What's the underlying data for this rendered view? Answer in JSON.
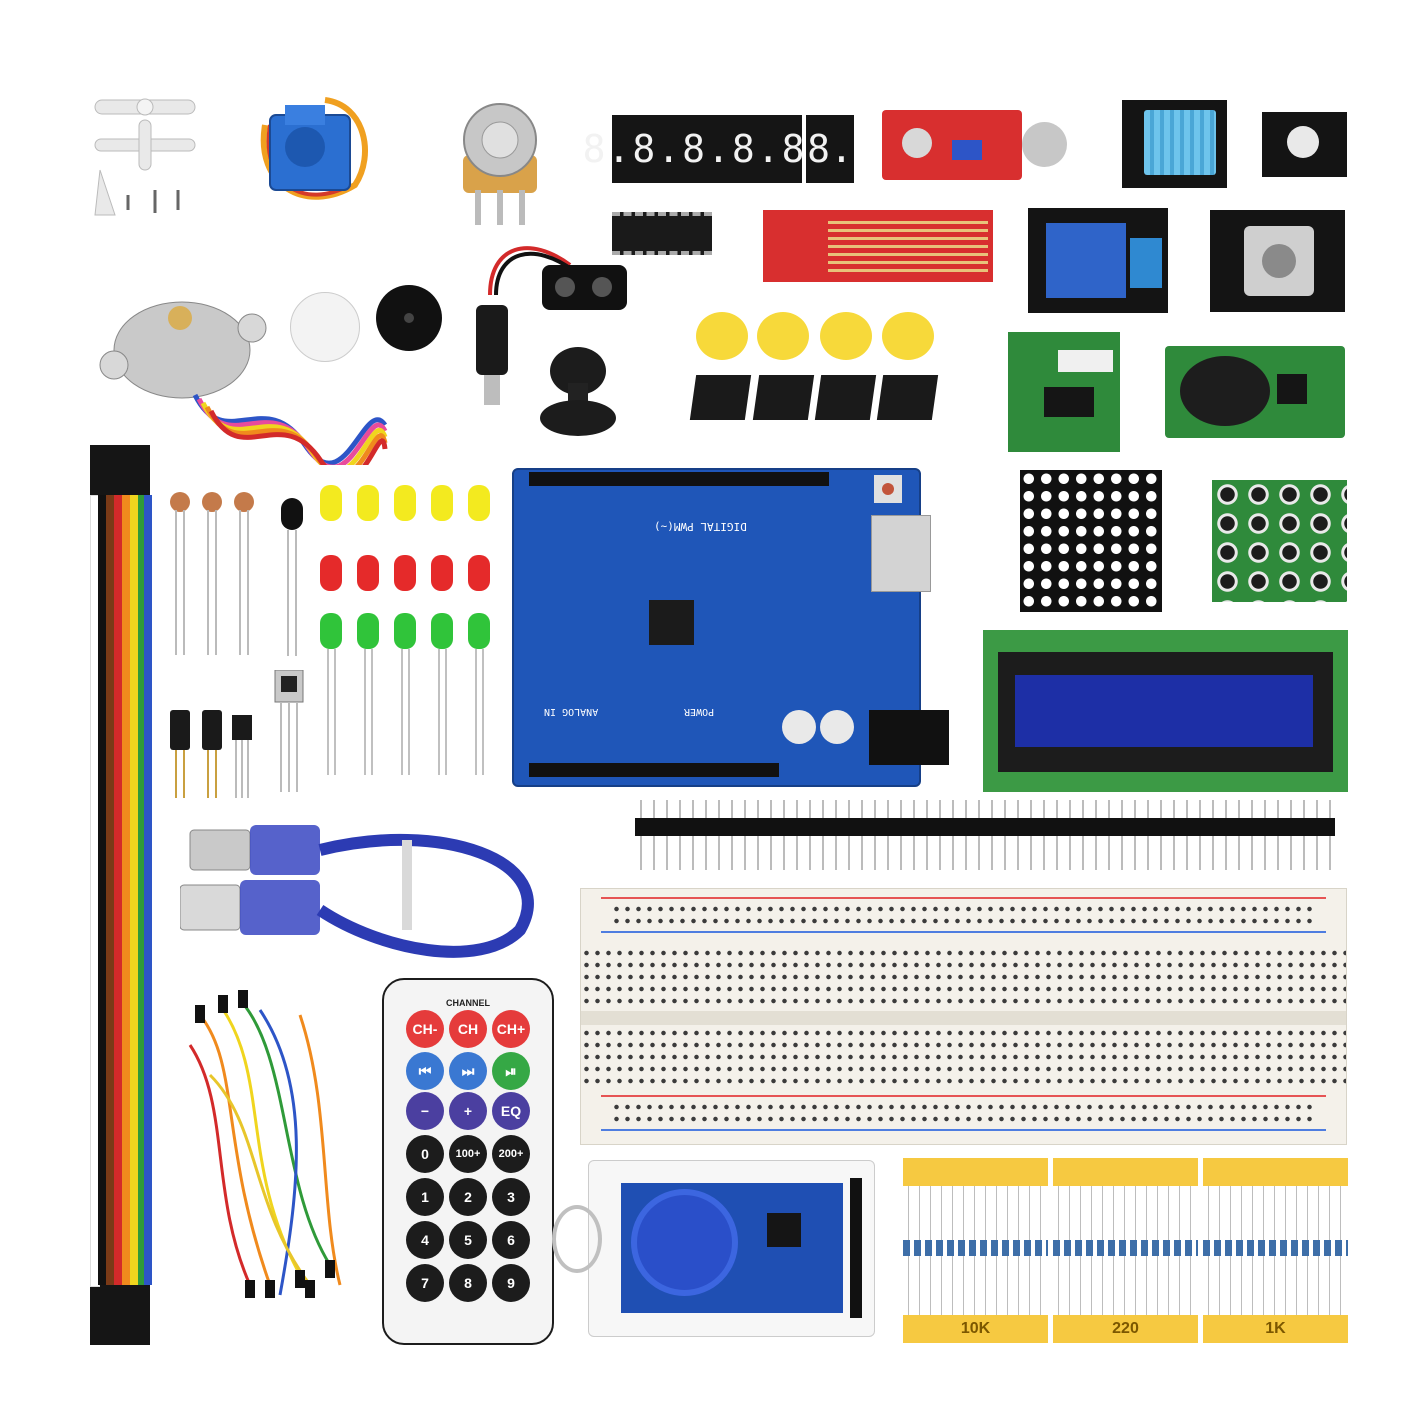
{
  "seven_segment": {
    "display": "8.8.8.8.8.",
    "single": "8."
  },
  "remote": {
    "header": "CHANNEL",
    "rows": [
      [
        {
          "label": "CH-",
          "color": "#e53b3b"
        },
        {
          "label": "CH",
          "color": "#e53b3b"
        },
        {
          "label": "CH+",
          "color": "#e53b3b"
        }
      ],
      [
        {
          "label": "⏮",
          "color": "#3a78d2"
        },
        {
          "label": "⏭",
          "color": "#3a78d2"
        },
        {
          "label": "⏯",
          "color": "#35a845"
        }
      ],
      [
        {
          "label": "−",
          "color": "#4b3fa0"
        },
        {
          "label": "+",
          "color": "#4b3fa0"
        },
        {
          "label": "EQ",
          "color": "#4b3fa0"
        }
      ],
      [
        {
          "label": "0",
          "color": "#1c1c1c"
        },
        {
          "label": "100+",
          "color": "#1c1c1c"
        },
        {
          "label": "200+",
          "color": "#1c1c1c"
        }
      ],
      [
        {
          "label": "1",
          "color": "#1c1c1c"
        },
        {
          "label": "2",
          "color": "#1c1c1c"
        },
        {
          "label": "3",
          "color": "#1c1c1c"
        }
      ],
      [
        {
          "label": "4",
          "color": "#1c1c1c"
        },
        {
          "label": "5",
          "color": "#1c1c1c"
        },
        {
          "label": "6",
          "color": "#1c1c1c"
        }
      ],
      [
        {
          "label": "7",
          "color": "#1c1c1c"
        },
        {
          "label": "8",
          "color": "#1c1c1c"
        },
        {
          "label": "9",
          "color": "#1c1c1c"
        }
      ]
    ]
  },
  "resistors": {
    "labels": [
      "10K",
      "220",
      "1K"
    ]
  },
  "arduino": {
    "digital_label": "DIGITAL PWM(~)",
    "analog_label": "ANALOG IN",
    "power_label": "POWER"
  },
  "colors": {
    "board_blue": "#1f56b8",
    "pcb_green": "#2f8a3b",
    "led_yellow": "#f3ea1f",
    "led_red": "#e52a2a",
    "led_green": "#30c43a",
    "ribbon": [
      "#7a3a17",
      "#111111",
      "#d32a2a",
      "#f08a1d",
      "#f0d51e",
      "#2f9a39",
      "#2d55c7",
      "#7b3fb4"
    ]
  }
}
